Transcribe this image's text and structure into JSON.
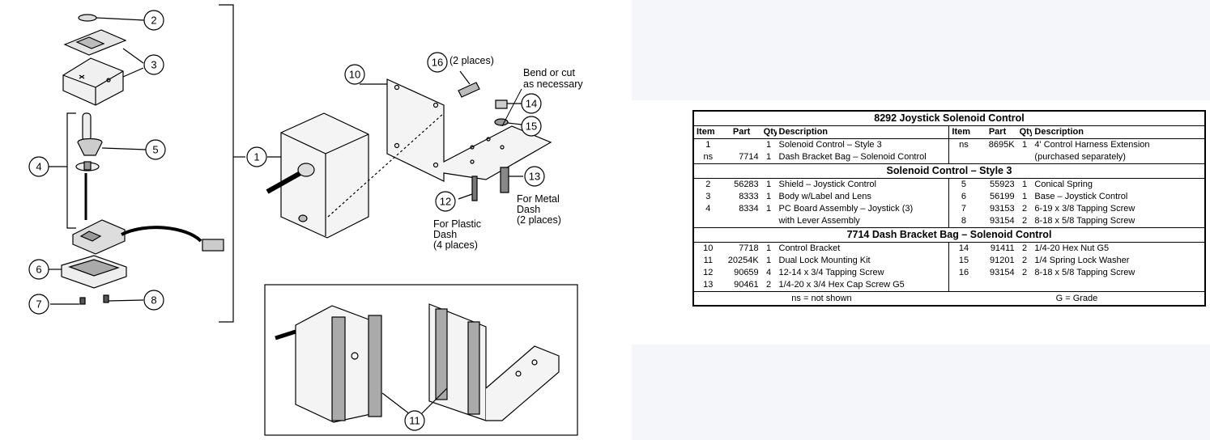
{
  "diagram": {
    "callouts": [
      "1",
      "2",
      "3",
      "4",
      "5",
      "6",
      "7",
      "8",
      "10",
      "11",
      "12",
      "13",
      "14",
      "15",
      "16"
    ],
    "notes": {
      "n16": "(2 places)",
      "bend1": "Bend or cut",
      "bend2": "as necessary",
      "metal1": "For Metal",
      "metal2": "Dash",
      "metal3": "(2 places)",
      "plastic1": "For Plastic",
      "plastic2": "Dash",
      "plastic3": "(4 places)"
    }
  },
  "table": {
    "title": "8292  Joystick Solenoid Control",
    "headers": [
      "Item",
      "Part",
      "Qty",
      "Description",
      "Item",
      "Part",
      "Qty",
      "Description"
    ],
    "section1_rows": [
      [
        "1",
        "",
        "1",
        "Solenoid Control – Style 3",
        "ns",
        "8695K",
        "1",
        "4' Control Harness Extension"
      ],
      [
        "ns",
        "7714",
        "1",
        "Dash Bracket Bag – Solenoid Control",
        "",
        "",
        "",
        "(purchased separately)"
      ]
    ],
    "section2_title": "Solenoid Control – Style 3",
    "section2_rows": [
      [
        "2",
        "56283",
        "1",
        "Shield – Joystick Control",
        "5",
        "55923",
        "1",
        "Conical Spring"
      ],
      [
        "3",
        "8333",
        "1",
        "Body w/Label and Lens",
        "6",
        "56199",
        "1",
        "Base – Joystick Control"
      ],
      [
        "4",
        "8334",
        "1",
        "PC Board Assembly – Joystick (3)",
        "7",
        "93153",
        "2",
        "6-19 x 3/8 Tapping Screw"
      ],
      [
        "",
        "",
        "",
        "with Lever Assembly",
        "8",
        "93154",
        "2",
        "8-18 x 5/8 Tapping Screw"
      ]
    ],
    "section3_title": "7714  Dash Bracket Bag – Solenoid Control",
    "section3_rows": [
      [
        "10",
        "7718",
        "1",
        "Control Bracket",
        "14",
        "91411",
        "2",
        "1/4-20 Hex Nut G5"
      ],
      [
        "11",
        "20254K",
        "1",
        "Dual Lock Mounting Kit",
        "15",
        "91201",
        "2",
        "1/4 Spring Lock Washer"
      ],
      [
        "12",
        "90659",
        "4",
        "12-14 x 3/4 Tapping Screw",
        "16",
        "93154",
        "2",
        "8-18 x 5/8 Tapping Screw"
      ],
      [
        "13",
        "90461",
        "2",
        "1/4-20 x 3/4 Hex Cap Screw G5",
        "",
        "",
        "",
        ""
      ]
    ],
    "footer_left": "ns = not shown",
    "footer_right": "G = Grade"
  }
}
